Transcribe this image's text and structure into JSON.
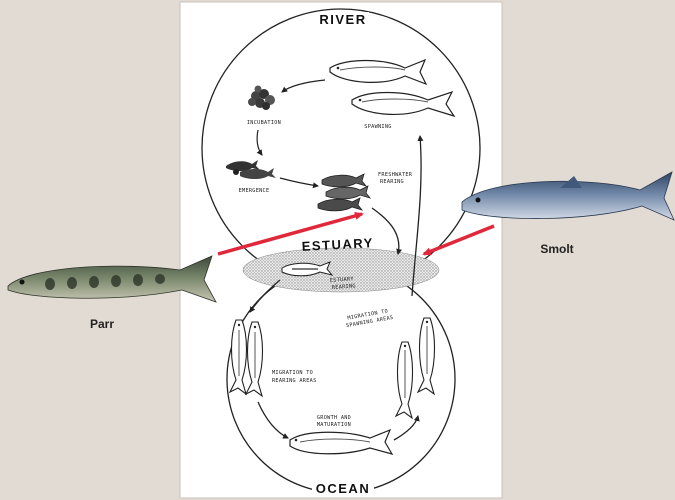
{
  "diagram": {
    "top_label": "RIVER",
    "bottom_label": "OCEAN",
    "middle_label": "ESTUARY",
    "stages": {
      "incubation": "INCUBATION",
      "spawning": "SPAWNING",
      "emergence": "EMERGENCE",
      "freshwater_rearing": [
        "FRESHWATER",
        "REARING"
      ],
      "estuary_rearing": [
        "ESTUARY",
        "REARING"
      ],
      "migration_spawning": [
        "MIGRATION TO",
        "SPAWNING AREAS"
      ],
      "migration_rearing": [
        "MIGRATION TO",
        "REARING AREAS"
      ],
      "growth": [
        "GROWTH AND",
        "MATURATION"
      ]
    }
  },
  "callouts": {
    "parr": "Parr",
    "smolt": "Smolt"
  },
  "colors": {
    "background": "#e2dbd3",
    "panel": "#ffffff",
    "arrow": "#e0283a",
    "stipple": "#9a9a9a"
  }
}
